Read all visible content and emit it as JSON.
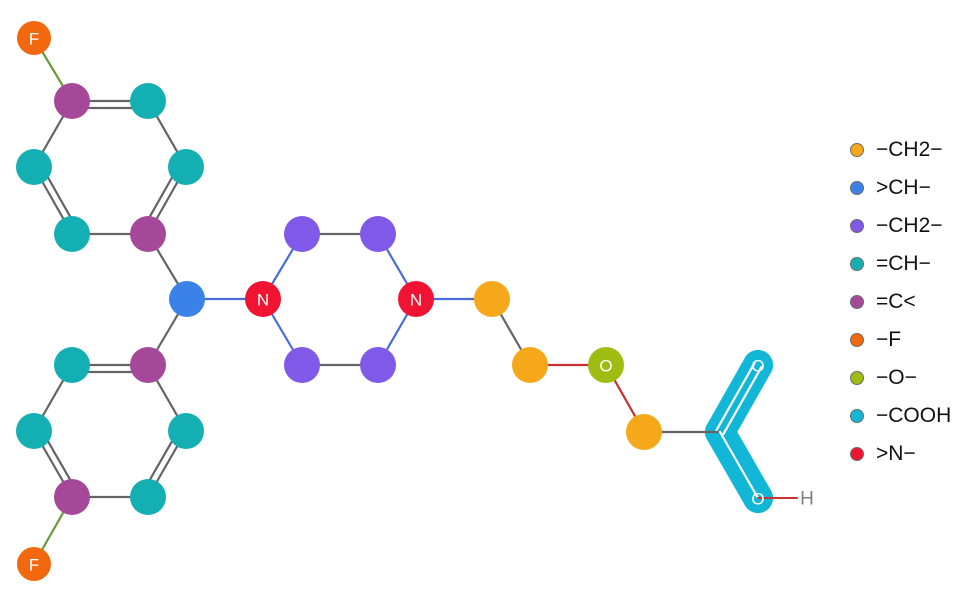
{
  "colors": {
    "ch2_chain": "#f4a81a",
    "ch_branch": "#3b82e8",
    "ch2_ring": "#8159e8",
    "ch_aromatic": "#14afb3",
    "c_aromatic": "#a54899",
    "fluorine": "#f2680f",
    "ether_o": "#9dbd13",
    "cooh": "#12b6d6",
    "amine_n": "#f01432",
    "bond": "#646464",
    "bond_n": "#4a6bd8",
    "bond_o": "#c83232",
    "bond_f": "#6a9a3a"
  },
  "atom_labels": {
    "fluorine": "F",
    "nitrogen": "N",
    "oxygen": "O",
    "hydrogen": "H"
  },
  "legend": [
    {
      "label": "−CH2−",
      "color": "#f4a81a"
    },
    {
      "label": ">CH−",
      "color": "#3b82e8"
    },
    {
      "label": "−CH2−",
      "color": "#8159e8"
    },
    {
      "label": "=CH−",
      "color": "#14afb3"
    },
    {
      "label": "=C<",
      "color": "#a54899"
    },
    {
      "label": "−F",
      "color": "#f2680f"
    },
    {
      "label": "−O−",
      "color": "#9dbd13"
    },
    {
      "label": "−COOH",
      "color": "#12b6d6"
    },
    {
      "label": ">N−",
      "color": "#f01432"
    }
  ]
}
